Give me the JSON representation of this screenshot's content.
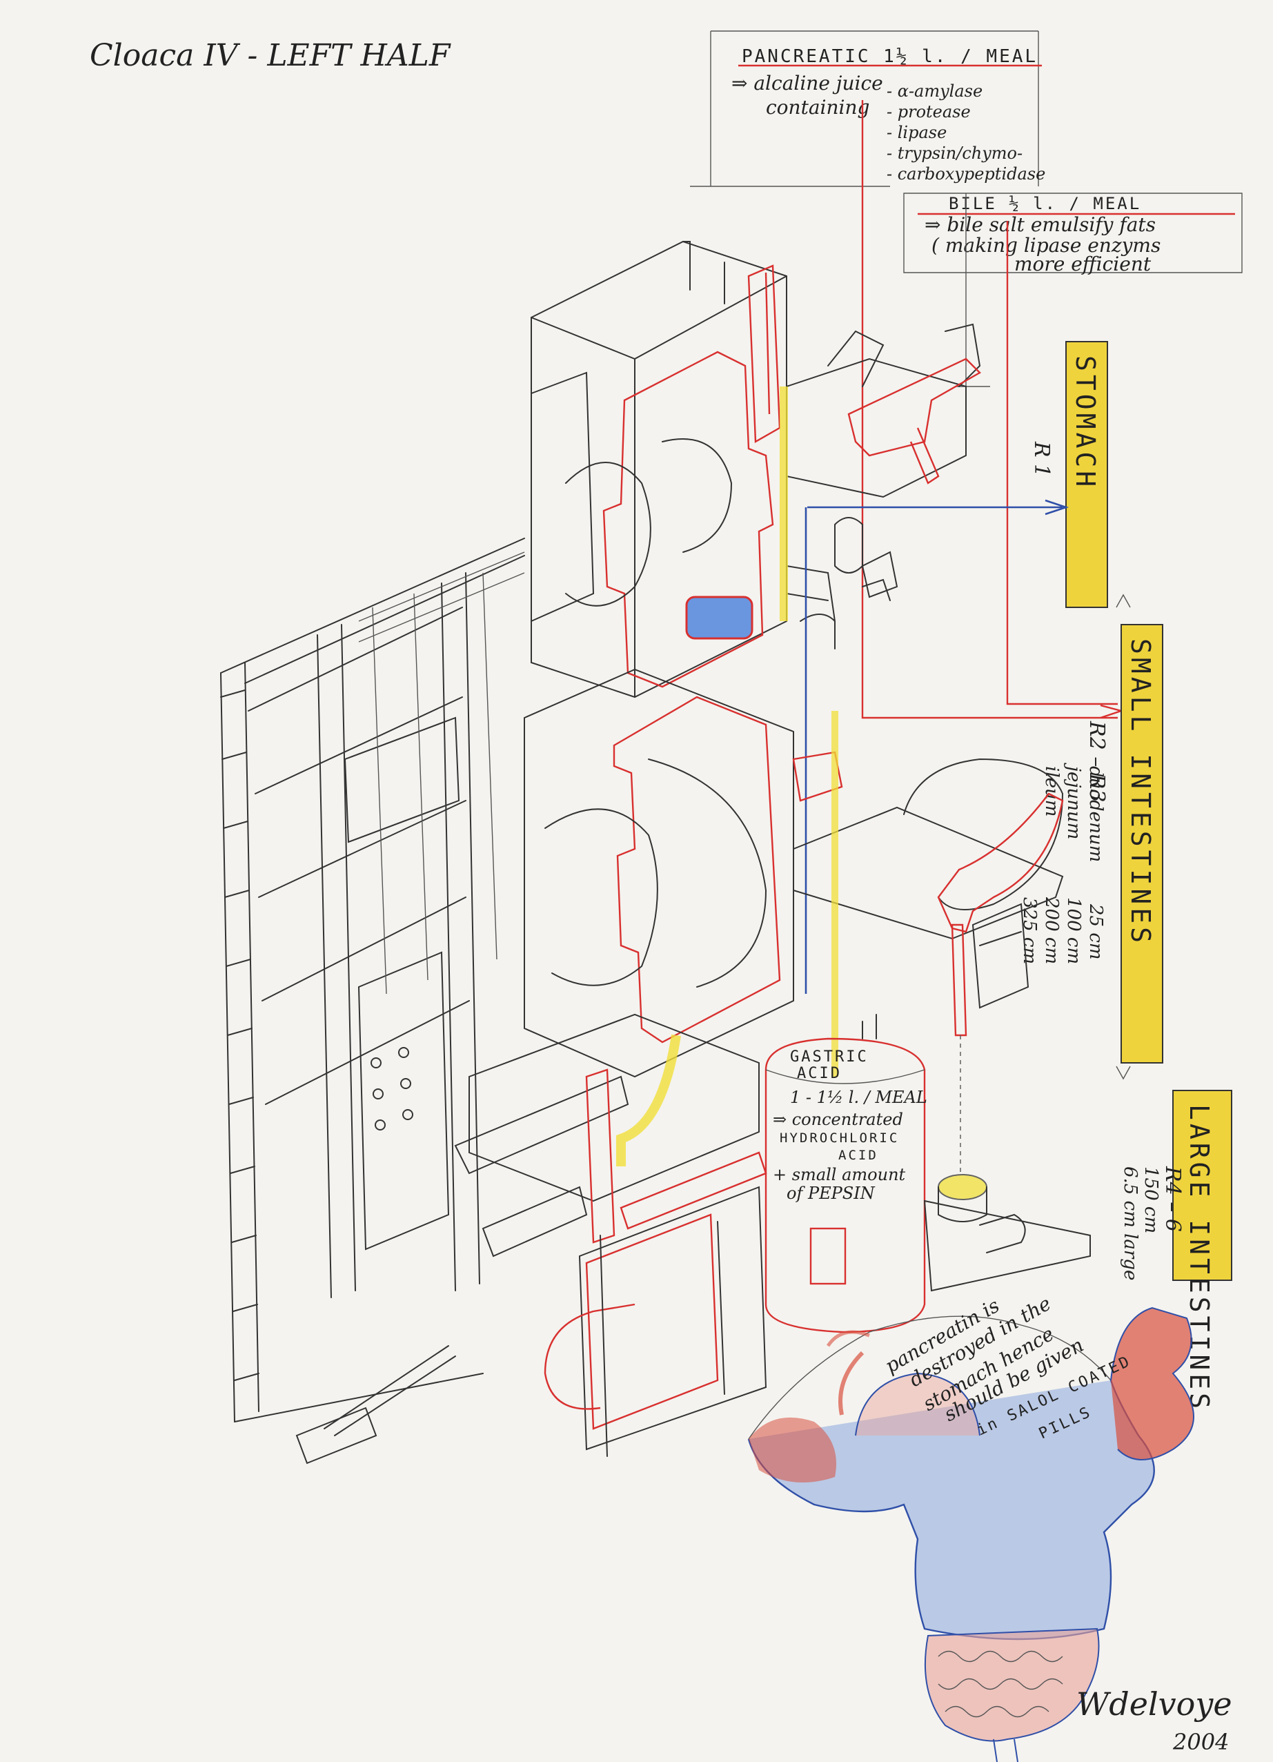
{
  "title": "Cloaca IV - LEFT HALF",
  "pancreatic": {
    "heading": "PANCREATIC  1½ l. / MEAL",
    "line1": "⇒ alcaline juice",
    "line2": "containing",
    "items": [
      "- α-amylase",
      "- protease",
      "- lipase",
      "- trypsin/chymo-",
      "- carboxypeptidase"
    ]
  },
  "bile": {
    "heading": "BILE  ½ l. / MEAL",
    "line1": "⇒ bile salt emulsify fats",
    "line2": "( making lipase enzyms",
    "line3": "more efficient"
  },
  "labels": {
    "stomach": "STOMACH",
    "r1": "R 1",
    "small_intestines": "SMALL INTESTINES",
    "r2r3": "R2 – R3",
    "large_intestines": "LARGE INTESTINES",
    "r4r6": "R4 – 6"
  },
  "small_intestine_parts": [
    {
      "name": "duodenum",
      "length": "25 cm"
    },
    {
      "name": "jejunum",
      "length": "100 cm"
    },
    {
      "name": "ileum",
      "length": "200 cm"
    },
    {
      "name": "",
      "length": "325 cm"
    }
  ],
  "large_intestine_parts": [
    "150 cm",
    "6.5 cm large"
  ],
  "gastric": {
    "line1": "GASTRIC",
    "line2": "ACID",
    "line3": "1 - 1½ l. / MEAL",
    "line4": "⇒ concentrated",
    "line5": "HYDROCHLORIC",
    "line6": "ACID",
    "line7": "+ small amount",
    "line8": "of PEPSIN"
  },
  "pill_note": [
    "pancreatin is",
    "destroyed in the",
    "stomach hence",
    "should be given",
    "in SALOL COATED",
    "PILLS"
  ],
  "signature": "Wdelvoye",
  "year": "2004",
  "colors": {
    "paper": "#f4f3ef",
    "pencil": "#333333",
    "red": "#d8302f",
    "blue": "#2f4fa8",
    "yellow": "#efd33c",
    "skin": "#d9503f"
  }
}
